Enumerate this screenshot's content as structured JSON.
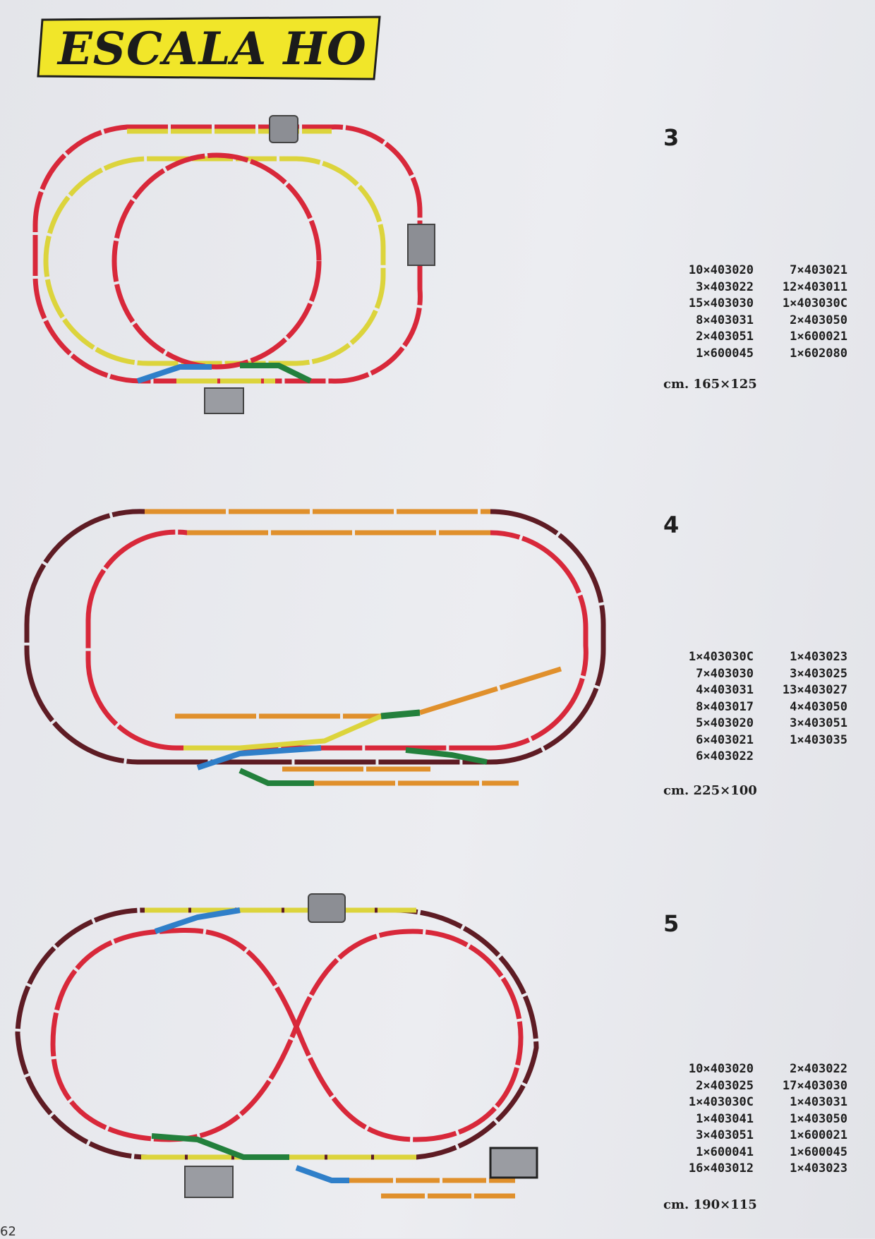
{
  "header": {
    "title": "ESCALA HO"
  },
  "layouts": [
    {
      "number": "3",
      "parts": [
        [
          "10×403020",
          "7×403021"
        ],
        [
          "3×403022",
          "12×403011"
        ],
        [
          "15×403030",
          "1×403030C"
        ],
        [
          "8×403031",
          "2×403050"
        ],
        [
          "2×403051",
          "1×600021"
        ],
        [
          "1×600045",
          "1×602080"
        ]
      ],
      "dimensions": "cm. 165×125"
    },
    {
      "number": "4",
      "parts": [
        [
          "1×403030C",
          "1×403023"
        ],
        [
          "7×403030",
          "3×403025"
        ],
        [
          "4×403031",
          "13×403027"
        ],
        [
          "8×403017",
          "4×403050"
        ],
        [
          "5×403020",
          "3×403051"
        ],
        [
          "6×403021",
          "1×403035"
        ],
        [
          "6×403022",
          ""
        ]
      ],
      "dimensions": "cm. 225×100"
    },
    {
      "number": "5",
      "parts": [
        [
          "10×403020",
          "2×403022"
        ],
        [
          "2×403025",
          "17×403030"
        ],
        [
          "1×403030C",
          "1×403031"
        ],
        [
          "1×403041",
          "1×403050"
        ],
        [
          "3×403051",
          "1×600021"
        ],
        [
          "1×600041",
          "1×600045"
        ],
        [
          "16×403012",
          "1×403023"
        ]
      ],
      "dimensions": "cm. 190×115"
    }
  ],
  "footer": {
    "page_number": "62"
  },
  "colors": {
    "red": "#d8283a",
    "yellow": "#dcd43c",
    "orange": "#e0902c",
    "blue": "#2f7fc9",
    "green": "#23803c",
    "maroon": "#5e1c24",
    "title_yellow": "#f1e629"
  }
}
